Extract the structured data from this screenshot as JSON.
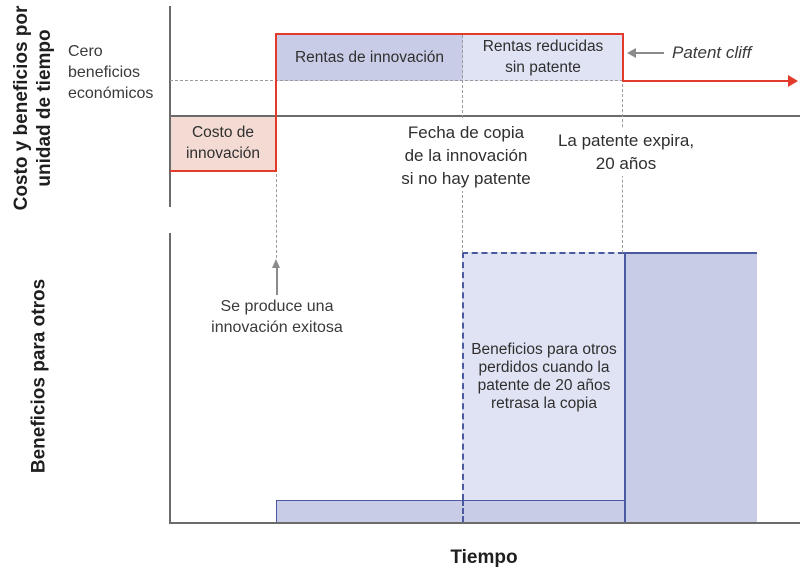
{
  "colors": {
    "red": "#e23a2b",
    "pink": "#f3dbd3",
    "lavender": "#c9cce6",
    "light-lavender": "#e0e3f3",
    "navy": "#4a59a0",
    "axis-gray": "#6b6b6b",
    "dash-gray": "#9b9b9b",
    "arrow-gray": "#8b8b8b",
    "text-dark": "#3a3a3a"
  },
  "top_panel": {
    "axis_title": "Costo y beneficios por\nunidad de tiempo",
    "zero_label": "Cero\nbeneficios\neconómicos",
    "cost_box_label": "Costo de\ninnovación",
    "rents_box_label": "Rentas de innovación",
    "reduced_rents_box_label": "Rentas reducidas\nsin patente",
    "patent_cliff_label": "Patent cliff",
    "copy_date_label": "Fecha de copia\nde la innovación\nsi no hay patente",
    "patent_expiry_label": "La patente expira,\n20 años"
  },
  "bottom_panel": {
    "axis_title": "Beneficios para otros",
    "innovation_event_label": "Se produce una\ninnovación exitosa",
    "lost_benefits_label": "Beneficios para otros\nperdidos cuando la\npatente de 20 años\nretrasa la copia"
  },
  "x_axis_label": "Tiempo"
}
